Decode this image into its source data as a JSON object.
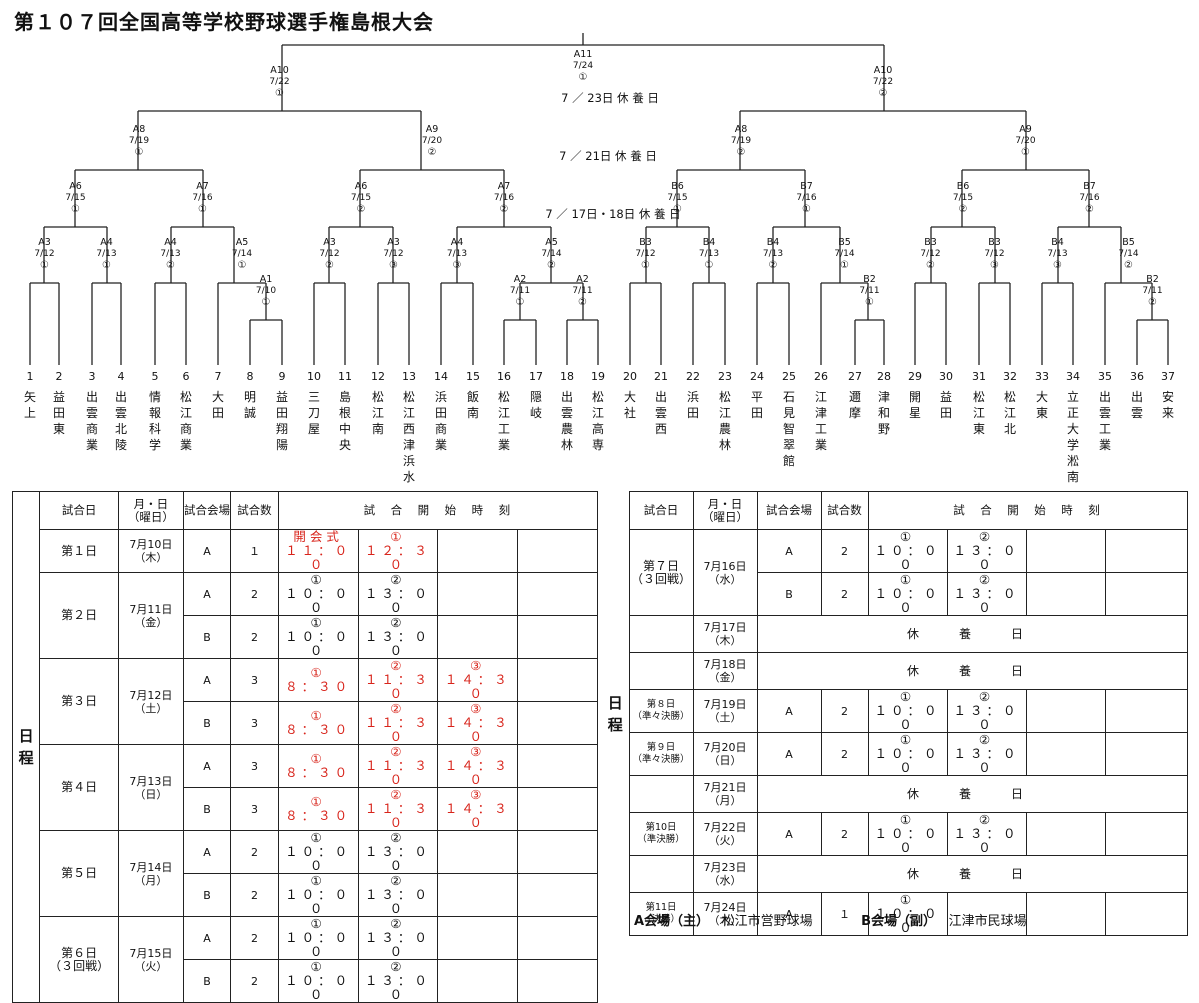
{
  "title": "第１０７回全国高等学校野球選手権島根大会",
  "rest_notes": [
    "7 ／ 23日 休 養 日",
    "7 ／ 21日 休 養 日",
    "7 ／ 17日・18日 休 養 日"
  ],
  "matches": [
    {
      "id": "A11",
      "date": "7/24",
      "n": "①"
    },
    {
      "id": "A10",
      "date": "7/22",
      "n": "①"
    },
    {
      "id": "A10",
      "date": "7/22",
      "n": "②"
    },
    {
      "id": "A8",
      "date": "7/19",
      "n": "①"
    },
    {
      "id": "A9",
      "date": "7/20",
      "n": "②"
    },
    {
      "id": "A8",
      "date": "7/19",
      "n": "②"
    },
    {
      "id": "A9",
      "date": "7/20",
      "n": "①"
    },
    {
      "id": "A6",
      "date": "7/15",
      "n": "①"
    },
    {
      "id": "A7",
      "date": "7/16",
      "n": "①"
    },
    {
      "id": "A6",
      "date": "7/15",
      "n": "②"
    },
    {
      "id": "A7",
      "date": "7/16",
      "n": "②"
    },
    {
      "id": "B6",
      "date": "7/15",
      "n": "①"
    },
    {
      "id": "B7",
      "date": "7/16",
      "n": "①"
    },
    {
      "id": "B6",
      "date": "7/15",
      "n": "②"
    },
    {
      "id": "B7",
      "date": "7/16",
      "n": "②"
    },
    {
      "id": "A3",
      "date": "7/12",
      "n": "①"
    },
    {
      "id": "A4",
      "date": "7/13",
      "n": "①"
    },
    {
      "id": "A4",
      "date": "7/13",
      "n": "②"
    },
    {
      "id": "A5",
      "date": "7/14",
      "n": "①"
    },
    {
      "id": "A1",
      "date": "7/10",
      "n": "①"
    },
    {
      "id": "A3",
      "date": "7/12",
      "n": "②"
    },
    {
      "id": "A3",
      "date": "7/12",
      "n": "③"
    },
    {
      "id": "A4",
      "date": "7/13",
      "n": "③"
    },
    {
      "id": "A5",
      "date": "7/14",
      "n": "②"
    },
    {
      "id": "A2",
      "date": "7/11",
      "n": "①"
    },
    {
      "id": "A2",
      "date": "7/11",
      "n": "②"
    },
    {
      "id": "B3",
      "date": "7/12",
      "n": "①"
    },
    {
      "id": "B4",
      "date": "7/13",
      "n": "①"
    },
    {
      "id": "B4",
      "date": "7/13",
      "n": "②"
    },
    {
      "id": "B5",
      "date": "7/14",
      "n": "①"
    },
    {
      "id": "B2",
      "date": "7/11",
      "n": "①"
    },
    {
      "id": "B3",
      "date": "7/12",
      "n": "②"
    },
    {
      "id": "B3",
      "date": "7/12",
      "n": "③"
    },
    {
      "id": "B4",
      "date": "7/13",
      "n": "③"
    },
    {
      "id": "B5",
      "date": "7/14",
      "n": "②"
    },
    {
      "id": "B2",
      "date": "7/11",
      "n": "②"
    }
  ],
  "teams": [
    "矢上",
    "益田東",
    "出雲商業",
    "出雲北陵",
    "情報科学",
    "松江商業",
    "大田",
    "明誠",
    "益田翔陽",
    "三刀屋",
    "島根中央",
    "松江南",
    "松江西津浜水",
    "浜田商業",
    "飯南",
    "松江工業",
    "隠岐",
    "出雲農林",
    "松江高専",
    "大社",
    "出雲西",
    "浜田",
    "松江農林",
    "平田",
    "石見智翠館",
    "江津工業",
    "邇摩",
    "津和野",
    "開星",
    "益田",
    "松江東",
    "松江北",
    "大東",
    "立正大学淞南",
    "出雲工業",
    "出雲",
    "安来"
  ],
  "schedule_left": {
    "side_label": "日\n程",
    "headers": [
      "試合日",
      "月・日\n（曜日）",
      "試合会場",
      "試合数",
      "試　合　開　始　時　刻"
    ],
    "days": [
      {
        "day": "第１日",
        "date": "7月10日\n（木）",
        "rows": [
          {
            "venue": "A",
            "count": "１",
            "times": [
              {
                "label": "開会式",
                "time": "１１：００",
                "red": true
              },
              {
                "label": "①",
                "time": "１２：３０",
                "red": true
              }
            ]
          }
        ]
      },
      {
        "day": "第２日",
        "date": "7月11日\n（金）",
        "rows": [
          {
            "venue": "A",
            "count": "2",
            "times": [
              {
                "label": "①",
                "time": "１０：００"
              },
              {
                "label": "②",
                "time": "１３：００"
              }
            ]
          },
          {
            "venue": "B",
            "count": "2",
            "times": [
              {
                "label": "①",
                "time": "１０：００"
              },
              {
                "label": "②",
                "time": "１３：００"
              }
            ]
          }
        ]
      },
      {
        "day": "第３日",
        "date": "7月12日\n（土）",
        "rows": [
          {
            "venue": "A",
            "count": "3",
            "times": [
              {
                "label": "①",
                "time": "８：３０",
                "red": true
              },
              {
                "label": "②",
                "time": "１１：３０",
                "red": true
              },
              {
                "label": "③",
                "time": "１４：３０",
                "red": true
              }
            ]
          },
          {
            "venue": "B",
            "count": "3",
            "times": [
              {
                "label": "①",
                "time": "８：３０",
                "red": true
              },
              {
                "label": "②",
                "time": "１１：３０",
                "red": true
              },
              {
                "label": "③",
                "time": "１４：３０",
                "red": true
              }
            ]
          }
        ]
      },
      {
        "day": "第４日",
        "date": "7月13日\n（日）",
        "rows": [
          {
            "venue": "A",
            "count": "3",
            "times": [
              {
                "label": "①",
                "time": "８：３０",
                "red": true
              },
              {
                "label": "②",
                "time": "１１：３０",
                "red": true
              },
              {
                "label": "③",
                "time": "１４：３０",
                "red": true
              }
            ]
          },
          {
            "venue": "B",
            "count": "3",
            "times": [
              {
                "label": "①",
                "time": "８：３０",
                "red": true
              },
              {
                "label": "②",
                "time": "１１：３０",
                "red": true
              },
              {
                "label": "③",
                "time": "１４：３０",
                "red": true
              }
            ]
          }
        ]
      },
      {
        "day": "第５日",
        "date": "7月14日\n（月）",
        "rows": [
          {
            "venue": "A",
            "count": "2",
            "times": [
              {
                "label": "①",
                "time": "１０：００"
              },
              {
                "label": "②",
                "time": "１３：００"
              }
            ]
          },
          {
            "venue": "B",
            "count": "2",
            "times": [
              {
                "label": "①",
                "time": "１０：００"
              },
              {
                "label": "②",
                "time": "１３：００"
              }
            ]
          }
        ]
      },
      {
        "day": "第６日\n（３回戦）",
        "date": "7月15日\n（火）",
        "rows": [
          {
            "venue": "A",
            "count": "2",
            "times": [
              {
                "label": "①",
                "time": "１０：００"
              },
              {
                "label": "②",
                "time": "１３：００"
              }
            ]
          },
          {
            "venue": "B",
            "count": "2",
            "times": [
              {
                "label": "①",
                "time": "１０：００"
              },
              {
                "label": "②",
                "time": "１３：００"
              }
            ]
          }
        ]
      }
    ]
  },
  "schedule_right": {
    "side_label": "日\n程",
    "headers": [
      "試合日",
      "月・日\n（曜日）",
      "試合会場",
      "試合数",
      "試　合　開　始　時　刻"
    ],
    "rest_label": "休　養　日",
    "rows": [
      {
        "day": "第７日\n（３回戦）",
        "date": "7月16日\n（水）",
        "venue": "A",
        "count": "2",
        "times": [
          {
            "label": "①",
            "time": "１０：００"
          },
          {
            "label": "②",
            "time": "１３：００"
          }
        ]
      },
      {
        "venue": "B",
        "count": "2",
        "times": [
          {
            "label": "①",
            "time": "１０：００"
          },
          {
            "label": "②",
            "time": "１３：００"
          }
        ]
      },
      {
        "day": "",
        "date": "7月17日\n（木）",
        "rest": true
      },
      {
        "day": "",
        "date": "7月18日\n（金）",
        "rest": true
      },
      {
        "day": "第８日\n（準々決勝）",
        "date": "7月19日\n（土）",
        "venue": "A",
        "count": "2",
        "times": [
          {
            "label": "①",
            "time": "１０：００"
          },
          {
            "label": "②",
            "time": "１３：００"
          }
        ]
      },
      {
        "day": "第９日\n（準々決勝）",
        "date": "7月20日\n（日）",
        "venue": "A",
        "count": "2",
        "times": [
          {
            "label": "①",
            "time": "１０：００"
          },
          {
            "label": "②",
            "time": "１３：００"
          }
        ]
      },
      {
        "day": "",
        "date": "7月21日\n（月）",
        "rest": true
      },
      {
        "day": "第10日\n（準決勝）",
        "date": "7月22日\n（火）",
        "venue": "A",
        "count": "2",
        "times": [
          {
            "label": "①",
            "time": "１０：００"
          },
          {
            "label": "②",
            "time": "１３：００"
          }
        ]
      },
      {
        "day": "",
        "date": "7月23日\n（水）",
        "rest": true
      },
      {
        "day": "第11日\n（決勝）",
        "date": "7月24日\n（木）",
        "venue": "A",
        "count": "１",
        "times": [
          {
            "label": "①",
            "time": "１０：００"
          }
        ]
      }
    ]
  },
  "legend": {
    "a_label": "A会場（主）",
    "a_place": "松江市営野球場",
    "b_label": "B会場（副）",
    "b_place": "江津市民球場"
  }
}
